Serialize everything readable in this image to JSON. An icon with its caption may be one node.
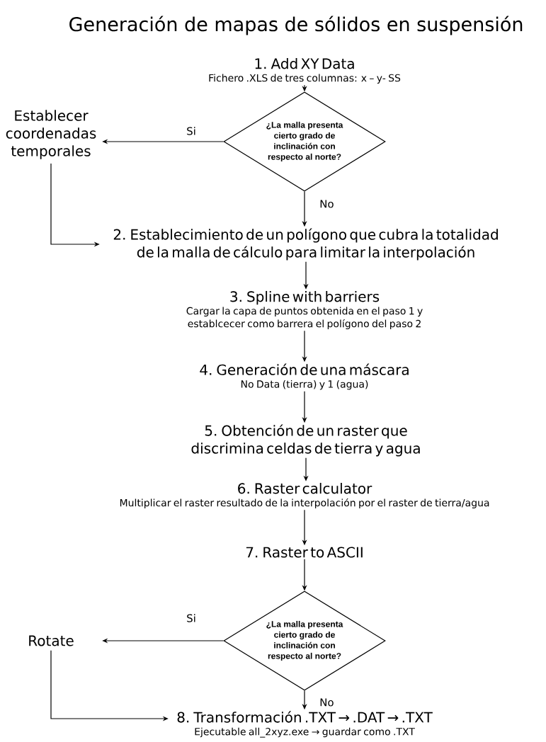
{
  "diagram": {
    "title": "Generación de mapas de sólidos en suspensión",
    "nodes": [
      {
        "text": [
          "1. Add XY Data",
          "Fichero .XLS de tres columnas: x – y- SS"
        ]
      },
      {
        "text": [
          "¿La malla presenta cierto grado de inclinación con respecto al norte?"
        ]
      },
      {
        "text": [
          "Establecer coordenadas temporales"
        ]
      },
      {
        "text": [
          "2. Establecimiento de un polígono que cubra la totalidad de la malla de cálculo para limitar la interpolación"
        ]
      },
      {
        "text": [
          "3. Spline with barriers",
          "Cargar la capa de puntos obtenida en el paso 1 y establcecer como barrera el polígono del paso 2"
        ]
      },
      {
        "text": [
          "4. Generación de una máscara",
          "No Data (tierra) y 1 (agua)"
        ]
      },
      {
        "text": [
          "5. Obtención de un raster que discrimina celdas de tierra y agua"
        ]
      },
      {
        "text": [
          "6. Raster calculator",
          "Multiplicar el raster resultado de la interpolación por el raster de tierra/agua"
        ]
      },
      {
        "text": [
          "7. Raster to ASCII"
        ]
      },
      {
        "text": [
          "¿La malla presenta cierto grado de inclinación con respecto al norte?"
        ]
      },
      {
        "text": [
          "Rotate"
        ]
      },
      {
        "text": [
          "8. Transformación .TXT → .DAT → .TXT",
          "Ejecutable all_2xyz.exe → guardar como .TXT"
        ]
      }
    ],
    "edges": [
      {
        "from": 0,
        "to": 1,
        "arrow": "to"
      },
      {
        "from": 1,
        "to": 2,
        "arrow": "to",
        "label": "Si"
      },
      {
        "from": 1,
        "to": 3,
        "arrow": "to",
        "label": "No"
      },
      {
        "from": 2,
        "to": 3,
        "arrow": "to"
      },
      {
        "from": 3,
        "to": 4,
        "arrow": "to"
      },
      {
        "from": 4,
        "to": 5,
        "arrow": "to"
      },
      {
        "from": 5,
        "to": 6,
        "arrow": "to"
      },
      {
        "from": 6,
        "to": 7,
        "arrow": "to"
      },
      {
        "from": 7,
        "to": 8,
        "arrow": "to"
      },
      {
        "from": 8,
        "to": 9,
        "arrow": "to"
      },
      {
        "from": 9,
        "to": 10,
        "arrow": "to",
        "label": "Si"
      },
      {
        "from": 9,
        "to": 11,
        "arrow": "to",
        "label": "No"
      },
      {
        "from": 10,
        "to": 11,
        "arrow": "to"
      }
    ]
  }
}
